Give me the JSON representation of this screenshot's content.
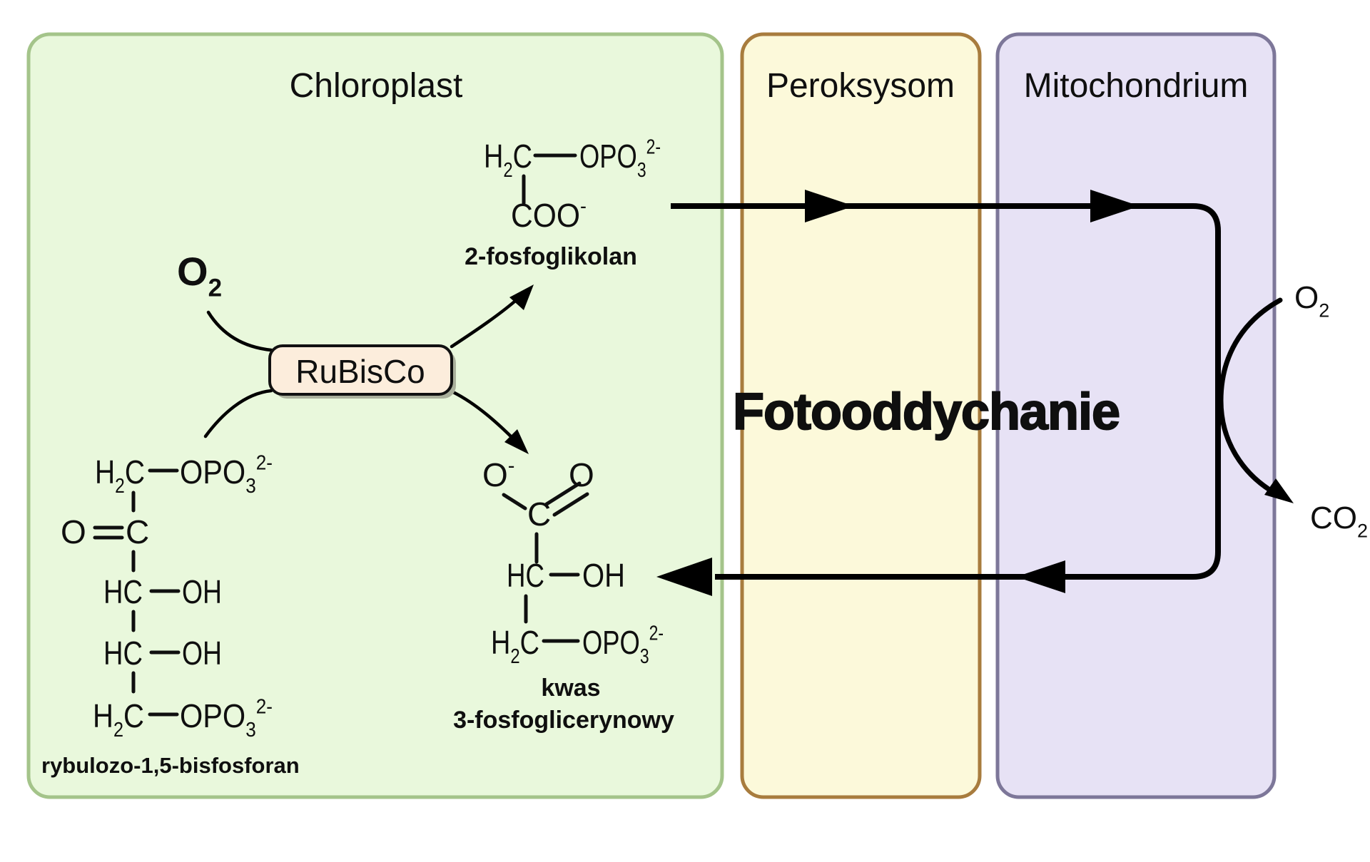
{
  "compartments": [
    {
      "label": "Chloroplast",
      "fill": "#E9F8DC",
      "stroke": "#A4C48A"
    },
    {
      "label": "Peroksysom",
      "fill": "#FCF9DA",
      "stroke": "#A87C3E"
    },
    {
      "label": "Mitochondrium",
      "fill": "#E7E2F5",
      "stroke": "#7D7799"
    }
  ],
  "process_label": "Fotooddychanie",
  "enzyme": {
    "label": "RuBisCo",
    "fill": "#FCEDDC",
    "stroke": "#111111"
  },
  "reactant_o2": {
    "color": "#EE1111"
  },
  "formulas": {
    "h2c": [
      {
        "t": "H"
      },
      {
        "t": "2",
        "s": "sub"
      },
      {
        "t": "C"
      }
    ],
    "opo3": [
      {
        "t": "OPO"
      },
      {
        "t": "3",
        "s": "sub"
      },
      {
        "t": "2-",
        "s": "sup"
      }
    ],
    "coo": [
      {
        "t": "COO"
      },
      {
        "t": "-",
        "s": "sup"
      }
    ],
    "o_minus": [
      {
        "t": "O"
      },
      {
        "t": "-",
        "s": "sup"
      }
    ],
    "o2": [
      {
        "t": "O"
      },
      {
        "t": "2",
        "s": "sub"
      }
    ],
    "co2": [
      {
        "t": "CO"
      },
      {
        "t": "2",
        "s": "sub"
      }
    ],
    "o": "O",
    "c": "C",
    "hc": "HC",
    "oh": "OH"
  },
  "molecules": {
    "fosfoglikolan": {
      "name": "2-fosfoglikolan"
    },
    "rybulozo": {
      "name": "rybulozo-1,5-bisfosforan"
    },
    "kwas": {
      "name_line1": "kwas",
      "name_line2": "3-fosfoglicerynowy"
    }
  }
}
